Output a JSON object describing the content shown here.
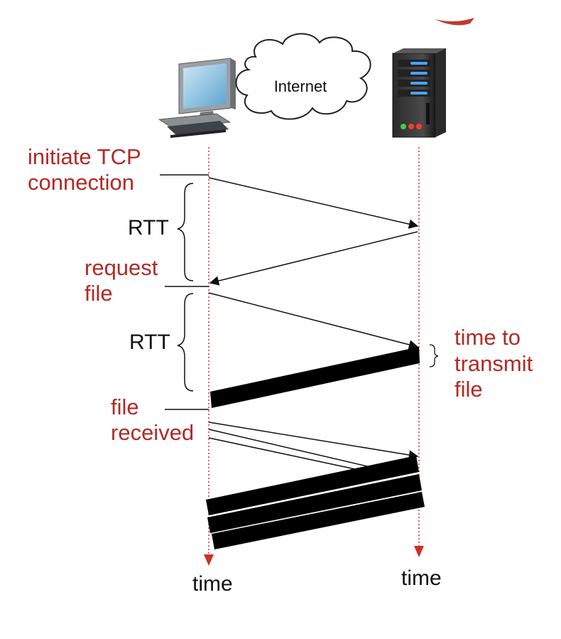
{
  "network": {
    "cloud_label": "Internet"
  },
  "labels": {
    "initiate_line1": "initiate TCP",
    "initiate_line2": "connection",
    "rtt_first": "RTT",
    "request_line1": "request",
    "request_line2": "file",
    "rtt_second": "RTT",
    "transmit_line1": "time to",
    "transmit_line2": "transmit",
    "transmit_line3": "file",
    "received_line1": "file",
    "received_line2": "received",
    "time_client": "time",
    "time_server": "time"
  },
  "colors": {
    "annotation": "#b12a25",
    "timeline": "#c0392b",
    "arrow": "#111111"
  },
  "icons": {
    "client": "desktop-computer-icon",
    "server": "server-tower-icon"
  }
}
